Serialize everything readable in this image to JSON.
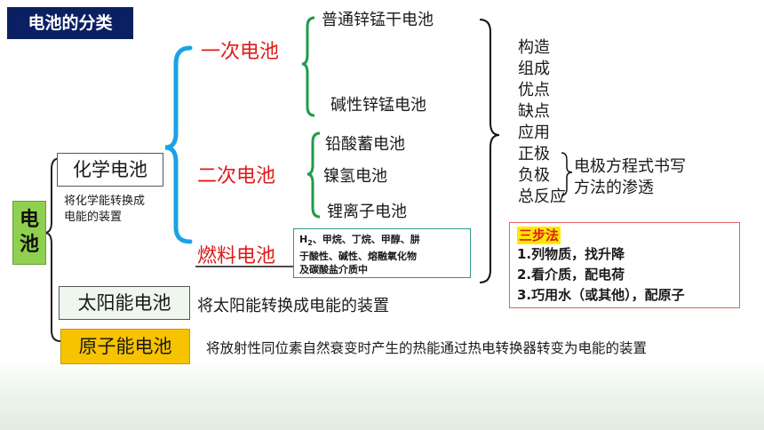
{
  "title": "电池的分类",
  "root": {
    "char1": "电",
    "char2": "池"
  },
  "chemical": {
    "label": "化学电池",
    "note_line1": "将化学能转换成",
    "note_line2": "电能的装置",
    "primary": {
      "label": "一次电池",
      "items": [
        "普通锌锰干电池",
        "碱性锌锰电池"
      ]
    },
    "secondary": {
      "label": "二次电池",
      "items": [
        "铅酸蓄电池",
        "镍氢电池",
        "锂离子电池"
      ]
    },
    "fuel": {
      "label": "燃料电池",
      "desc_h2": "H",
      "desc_sub": "2",
      "desc_line1_rest": "、甲烷、丁烷、甲醇、肼",
      "desc_line2": "于酸性、碱性、熔融氧化物",
      "desc_line3": "及碳酸盐介质中"
    }
  },
  "aspects": [
    "构造",
    "组成",
    "优点",
    "缺点",
    "应用",
    "正极",
    "负极",
    "总反应"
  ],
  "electrode_note": {
    "line1": "电极方程式书写",
    "line2": "方法的渗透"
  },
  "three_steps": {
    "title": "三步法",
    "steps": [
      "1.列物质，找升降",
      "2.看介质，配电荷",
      "3.巧用水（或其他），配原子"
    ]
  },
  "solar": {
    "label": "太阳能电池",
    "desc": "将太阳能转换成电能的装置"
  },
  "atomic": {
    "label": "原子能电池",
    "desc": "将放射性同位素自然衰变时产生的热能通过热电转换器转变为电能的装置"
  },
  "colors": {
    "title_bg": "#0b1f63",
    "category_red": "#e11919",
    "brace_blue": "#1aa3e6",
    "brace_green": "#1f9a4a",
    "root_green": "#8fd14f",
    "atomic_yellow": "#f7c300",
    "highlight_yellow": "#ffe800"
  }
}
